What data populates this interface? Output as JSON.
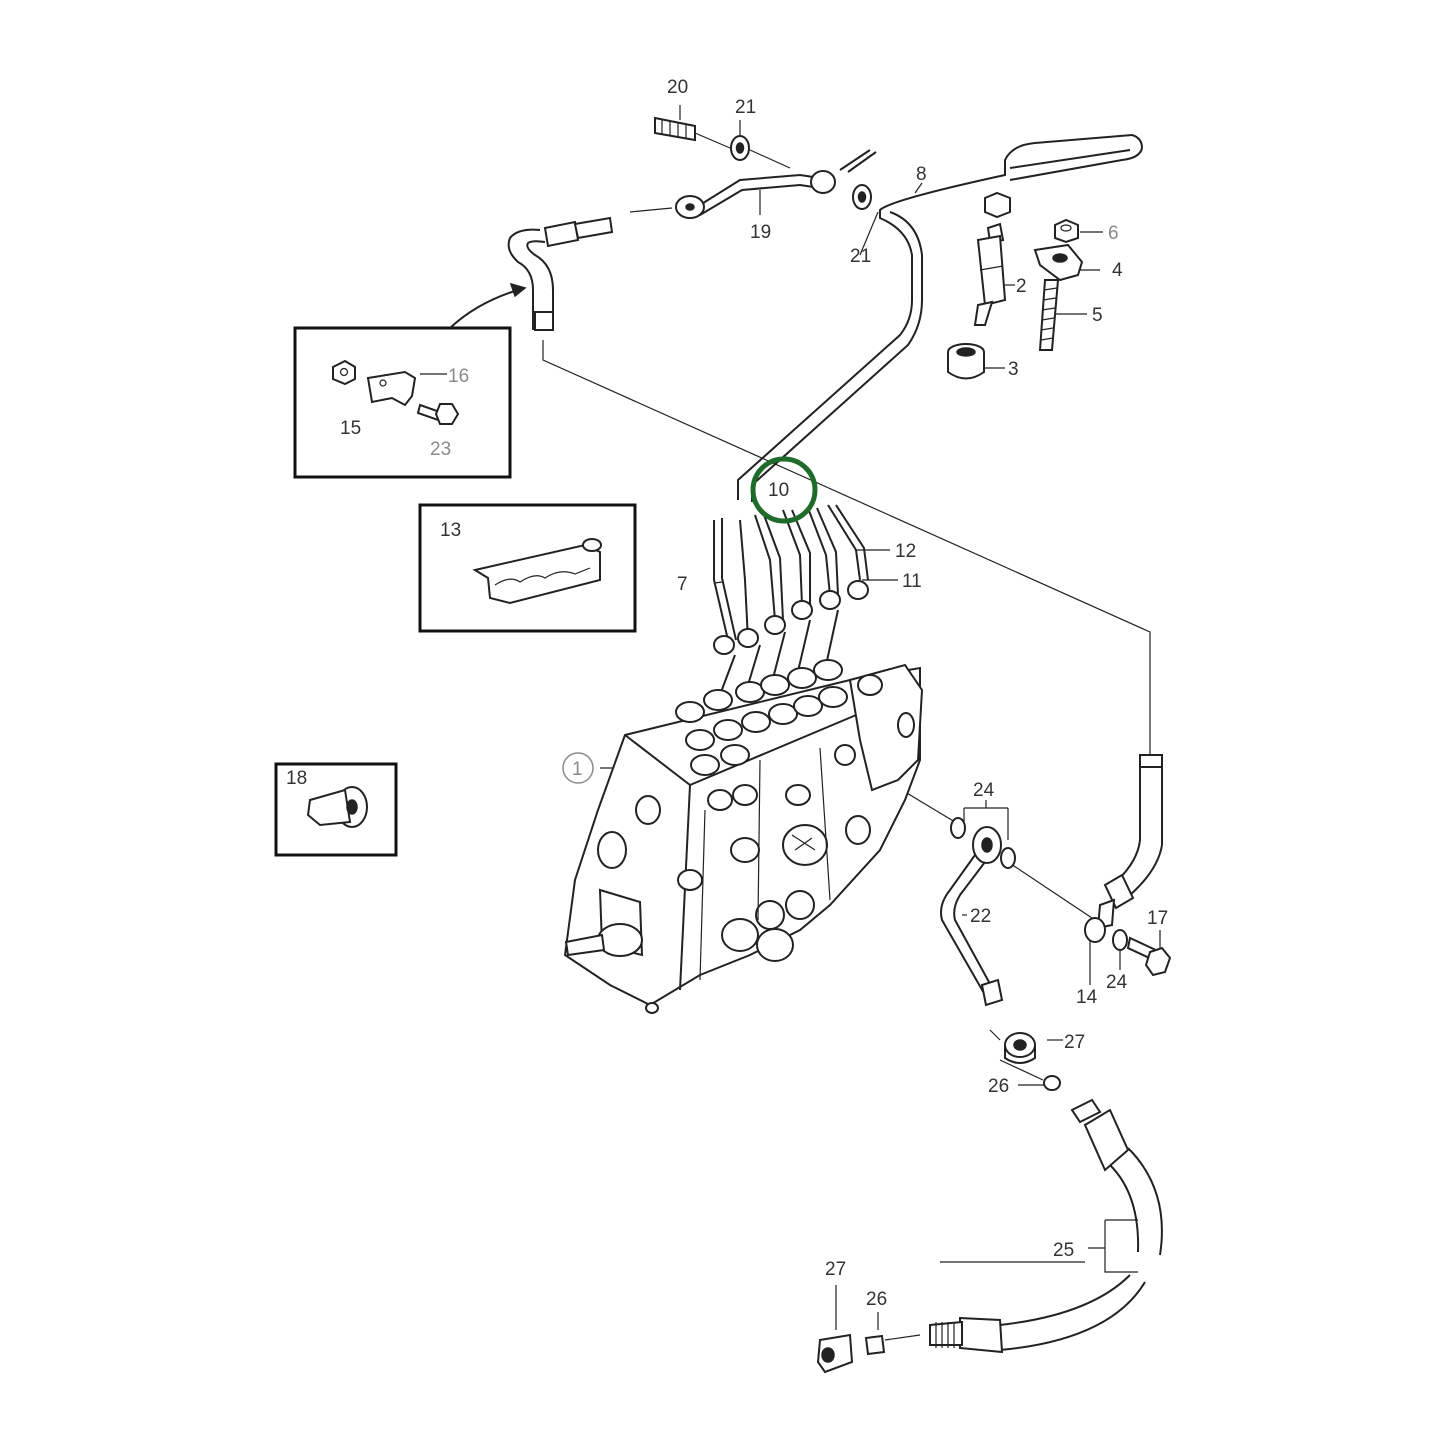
{
  "callouts": {
    "c1": "1",
    "c2": "2",
    "c3": "3",
    "c4": "4",
    "c5": "5",
    "c6": "6",
    "c7": "7",
    "c8": "8",
    "c10": "10",
    "c11": "11",
    "c12": "12",
    "c13": "13",
    "c14": "14",
    "c15": "15",
    "c16": "16",
    "c17": "17",
    "c18": "18",
    "c19": "19",
    "c20": "20",
    "c21a": "21",
    "c21b": "21",
    "c22": "22",
    "c23": "23",
    "c24a": "24",
    "c24b": "24",
    "c25": "25",
    "c26a": "26",
    "c26b": "26",
    "c27a": "27",
    "c27b": "27"
  },
  "highlight": {
    "color": "#1e6b2a",
    "target": "10"
  }
}
